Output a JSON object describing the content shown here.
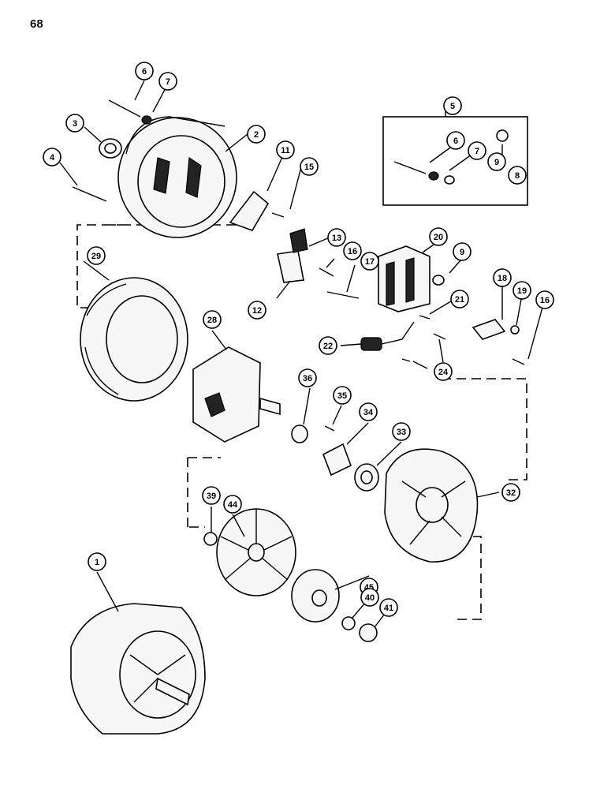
{
  "page_number": "68",
  "callouts": [
    "1",
    "2",
    "3",
    "4",
    "5",
    "6",
    "7",
    "6",
    "7",
    "9",
    "8",
    "11",
    "15",
    "13",
    "16",
    "17",
    "20",
    "9",
    "12",
    "29",
    "18",
    "19",
    "16",
    "21",
    "22",
    "28",
    "24",
    "36",
    "35",
    "34",
    "33",
    "32",
    "39",
    "44",
    "45",
    "40",
    "41"
  ]
}
